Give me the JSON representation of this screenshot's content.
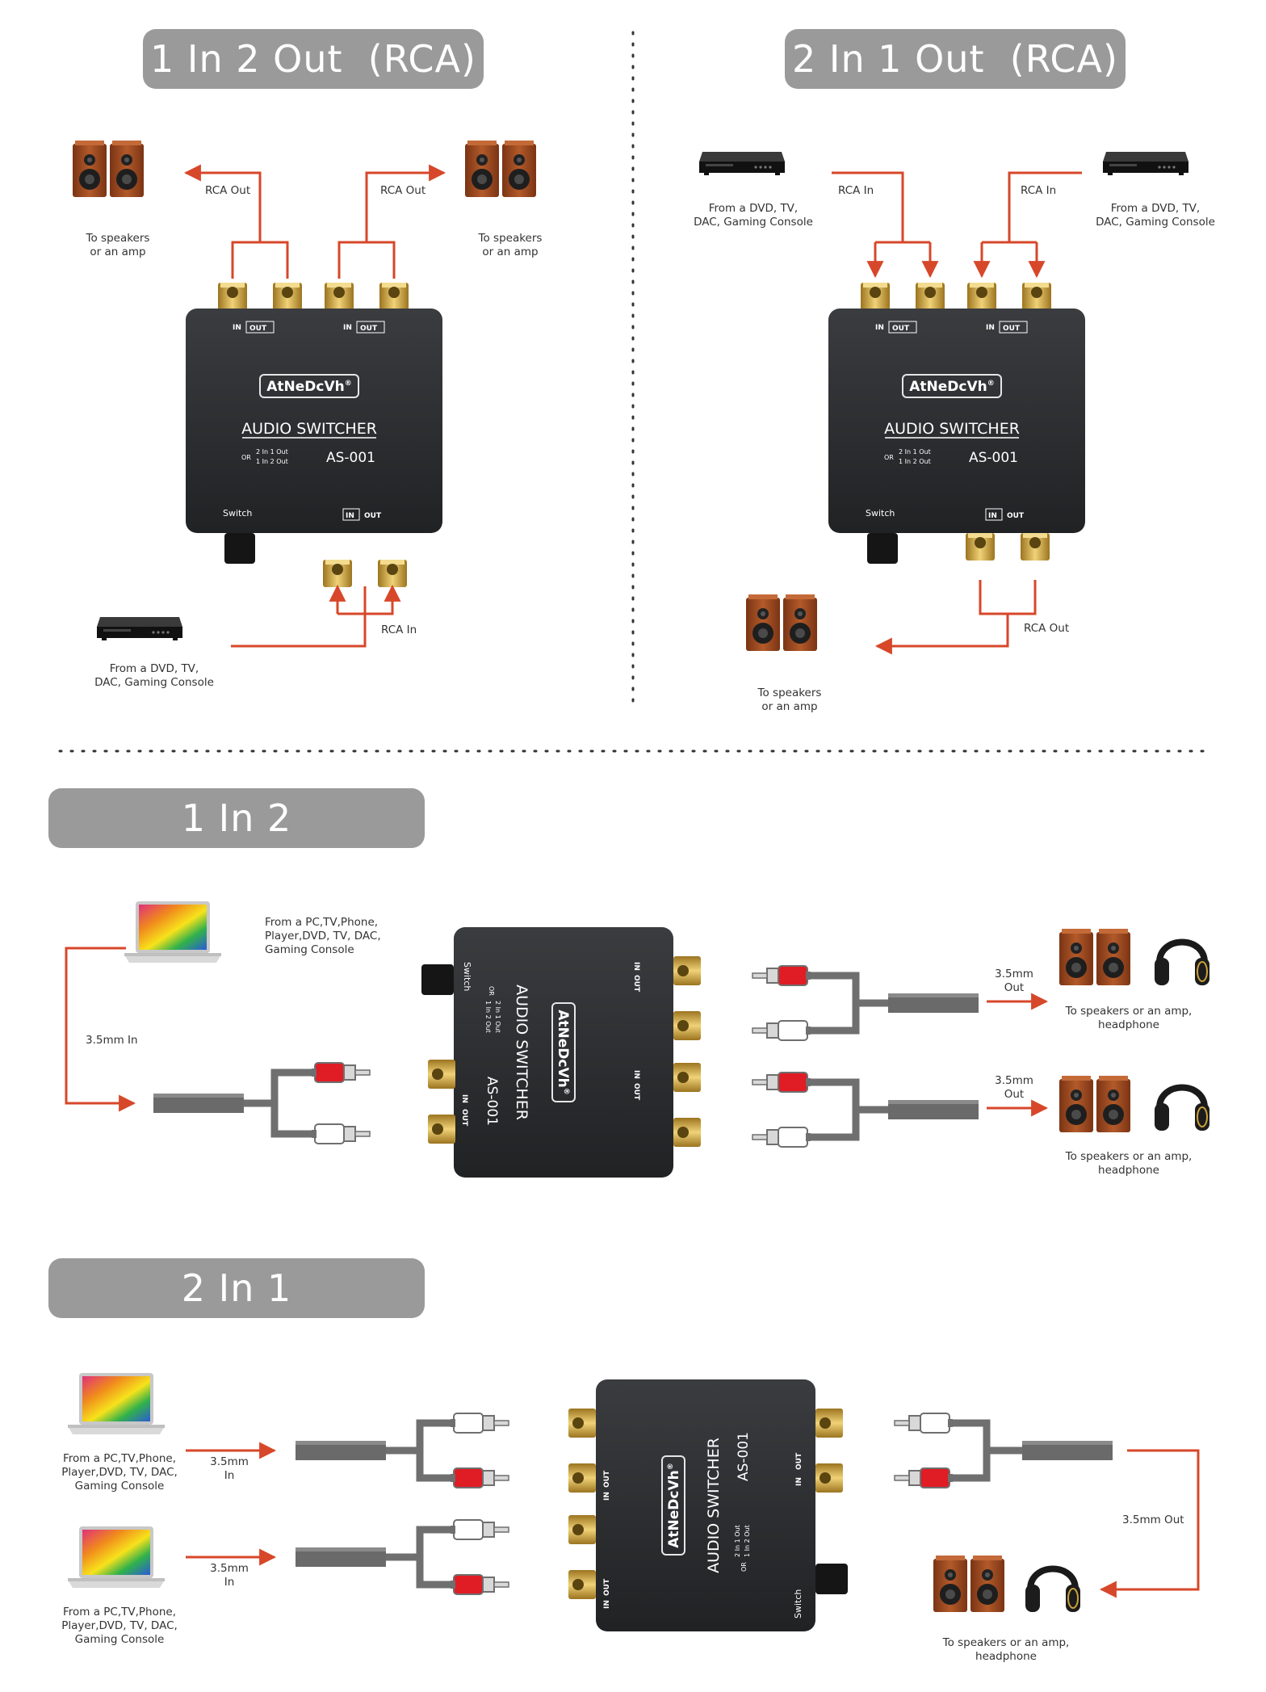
{
  "colors": {
    "arrow": "#d7472a",
    "pill": "#9a9a9a",
    "device": "#2f3133",
    "gold": "#c9a239",
    "plug_red": "#e01c24",
    "wood": "#9a4a22"
  },
  "icons": [
    "speakers-icon",
    "dvd-player-icon",
    "laptop-icon",
    "headphones-icon",
    "rca-plug-icon",
    "jack-icon",
    "knob-icon"
  ],
  "sections": [
    {
      "title": "1 In 2 Out  (RCA)"
    },
    {
      "title": "2 In 1 Out  (RCA)"
    },
    {
      "title": "1 In 2 Out  (3.5mm)"
    },
    {
      "title": "2 In 1 Out  (3.5mm)"
    }
  ],
  "device": {
    "brand": "AtNeDcVh",
    "brand_mark": "®",
    "product": "AUDIO SWITCHER",
    "model": "AS-001",
    "or_word": "OR",
    "mode_a": "2 In 1 Out",
    "mode_b": "1 In 2 Out",
    "switch": "Switch",
    "in": "IN",
    "out": "OUT"
  },
  "labels": {
    "rca_out": "RCA  Out",
    "rca_in": "RCA  In",
    "to_speakers": [
      "To speakers",
      "or an amp"
    ],
    "from_dvd": [
      "From a DVD, TV,",
      "DAC, Gaming Console"
    ],
    "from_pc": [
      "From a PC,TV,Phone,",
      "Player,DVD, TV, DAC,",
      "Gaming Console"
    ],
    "in_35": "3.5mm In",
    "out_35_split": [
      "3.5mm",
      "Out"
    ],
    "in_35_split": [
      "3.5mm",
      "In"
    ],
    "out_35": "3.5mm Out",
    "to_speakers_amp_headphone": [
      "To speakers or an amp,",
      "headphone"
    ]
  }
}
